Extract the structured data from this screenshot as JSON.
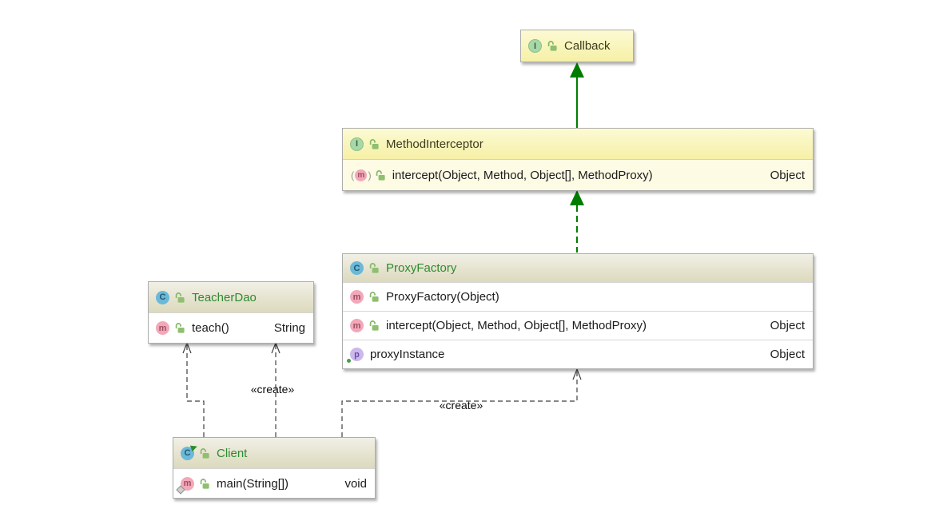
{
  "icons": {
    "interface_letter": "I",
    "class_letter": "C",
    "method_letter": "m",
    "field_letter": "p",
    "paren_open": "(",
    "paren_close": ")"
  },
  "colors": {
    "inheritance_arrow_green": "#007d00",
    "dependency_arrow_gray": "#3f3f3f",
    "interface_header_yellow": "#f8f4b8",
    "interface_row_yellow": "#fdfbe4",
    "class_header_beige": "#e3e0c6",
    "class_name_green": "#2e8b2e",
    "interface_name_dark": "#3b3b1e"
  },
  "classes": {
    "callback": {
      "name": "Callback"
    },
    "method_interceptor": {
      "name": "MethodInterceptor",
      "members": [
        {
          "label": "intercept(Object, Method, Object[], MethodProxy)",
          "type": "Object"
        }
      ]
    },
    "proxy_factory": {
      "name": "ProxyFactory",
      "members": [
        {
          "label": "ProxyFactory(Object)",
          "type": ""
        },
        {
          "label": "intercept(Object, Method, Object[], MethodProxy)",
          "type": "Object"
        },
        {
          "label": "proxyInstance",
          "type": "Object"
        }
      ]
    },
    "teacher_dao": {
      "name": "TeacherDao",
      "members": [
        {
          "label": "teach()",
          "type": "String"
        }
      ]
    },
    "client": {
      "name": "Client",
      "members": [
        {
          "label": "main(String[])",
          "type": "void"
        }
      ]
    }
  },
  "edges": {
    "client_teacherdao_create_label": "«create»",
    "client_proxyfactory_create_label": "«create»"
  }
}
